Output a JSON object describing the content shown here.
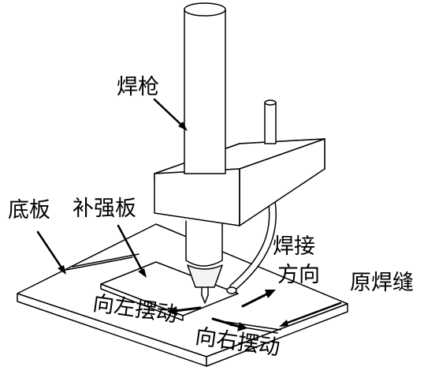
{
  "labels": {
    "torch": "焊枪",
    "base_plate": "底板",
    "reinforcement_plate": "补强板",
    "weld_direction_line1": "焊接",
    "weld_direction_line2": "方向",
    "original_weld": "原焊缝",
    "swing_left": "向左摆动",
    "swing_right": "向右摆动"
  }
}
